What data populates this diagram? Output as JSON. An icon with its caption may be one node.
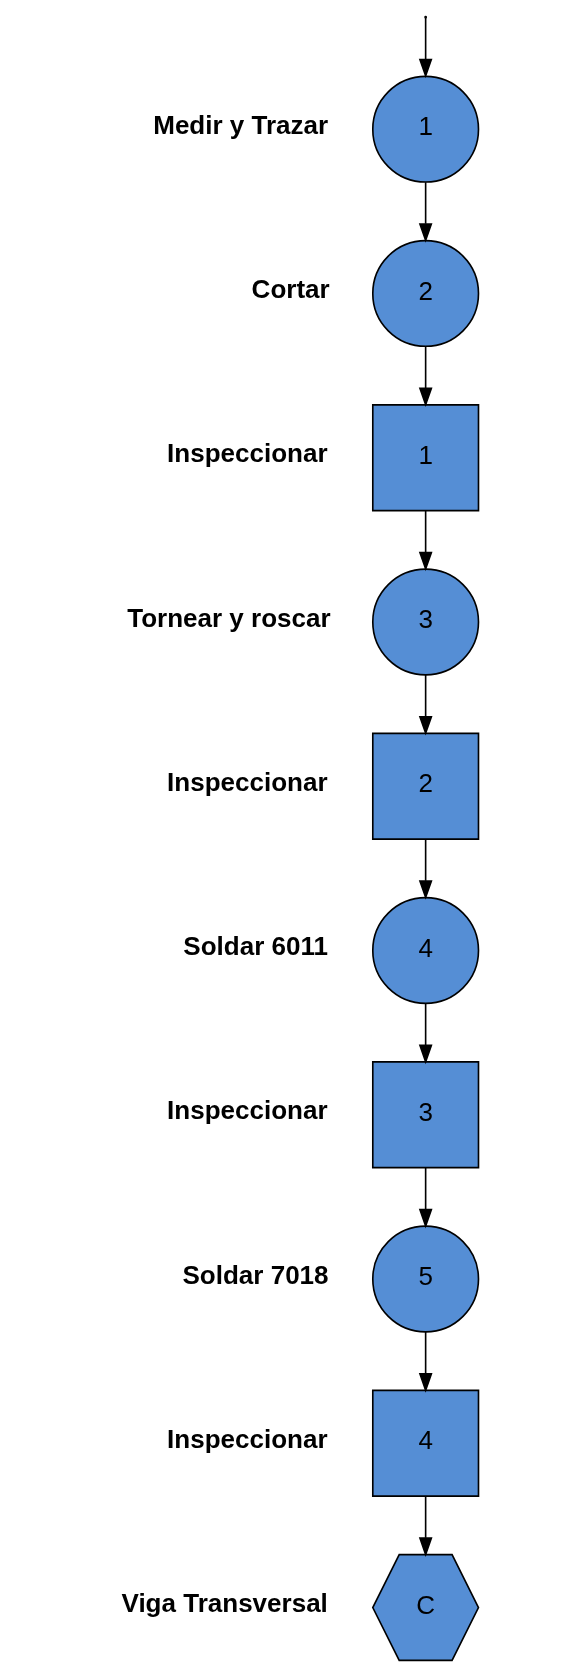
{
  "diagram": {
    "nodes": [
      {
        "text": [
          "1"
        ],
        "beside": [
          "Medir y Trazar"
        ]
      },
      {
        "text": [
          "2"
        ],
        "beside": [
          "Cortar"
        ]
      },
      {
        "text": [
          "1"
        ],
        "beside": [
          "Inspeccionar"
        ]
      },
      {
        "text": [
          "3"
        ],
        "beside": [
          "Tornear y roscar"
        ]
      },
      {
        "text": [
          "2"
        ],
        "beside": [
          "Inspeccionar"
        ]
      },
      {
        "text": [
          "4"
        ],
        "beside": [
          "Soldar 6011"
        ]
      },
      {
        "text": [
          "3"
        ],
        "beside": [
          "Inspeccionar"
        ]
      },
      {
        "text": [
          "5"
        ],
        "beside": [
          "Soldar 7018"
        ]
      },
      {
        "text": [
          "4"
        ],
        "beside": [
          "Inspeccionar"
        ]
      },
      {
        "text": [
          "C"
        ],
        "beside": [
          "Viga Transversal"
        ]
      }
    ],
    "edges": [
      {
        "from": null,
        "to": 0,
        "arrow": "to"
      },
      {
        "from": 0,
        "to": 1,
        "arrow": "to"
      },
      {
        "from": 1,
        "to": 2,
        "arrow": "to"
      },
      {
        "from": 2,
        "to": 3,
        "arrow": "to"
      },
      {
        "from": 3,
        "to": 4,
        "arrow": "to"
      },
      {
        "from": 4,
        "to": 5,
        "arrow": "to"
      },
      {
        "from": 5,
        "to": 6,
        "arrow": "to"
      },
      {
        "from": 6,
        "to": 7,
        "arrow": "to"
      },
      {
        "from": 7,
        "to": 8,
        "arrow": "to"
      },
      {
        "from": 8,
        "to": 9,
        "arrow": "to"
      }
    ]
  }
}
